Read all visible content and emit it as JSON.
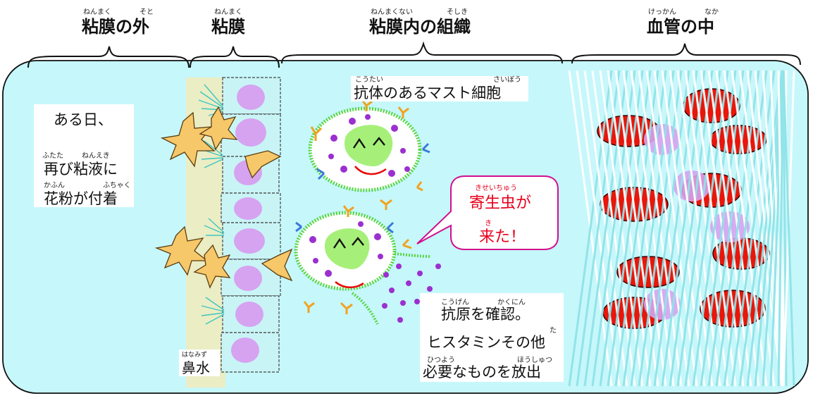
{
  "headers": {
    "outside_mucosa": {
      "text": "粘膜の外",
      "ruby_1": "ねんまく",
      "ruby_2": "そと"
    },
    "mucosa": {
      "text": "粘膜",
      "ruby": "ねんまく"
    },
    "submucosa": {
      "text": "粘膜内の組織",
      "ruby_1": "ねんまくない",
      "ruby_2": "そしき"
    },
    "blood_vessel": {
      "text": "血管の中",
      "ruby_1": "けっかん",
      "ruby_2": "なか"
    }
  },
  "left_note": {
    "line1": "ある日、",
    "line2": "再び粘液に",
    "line2_ruby_1": "ふたた",
    "line2_ruby_2": "ねんえき",
    "line3": "花粉が付着",
    "line3_ruby_1": "かふん",
    "line3_ruby_2": "ふちゃく"
  },
  "mast_cell_label": {
    "text": "抗体のあるマスト細胞",
    "ruby_1": "こうたい",
    "ruby_2": "さいぼう"
  },
  "speech_bubble": {
    "line1": "寄生虫が",
    "line1_ruby": "きせいちゅう",
    "line2": "来た！",
    "line2_ruby": "き"
  },
  "release_note": {
    "line1": "抗原を確認。",
    "line1_ruby_1": "こうげん",
    "line1_ruby_2": "かくにん",
    "line2": "ヒスタミンその他",
    "line2_ruby": "た",
    "line3": "必要なものを放出",
    "line3_ruby_1": "ひつよう",
    "line3_ruby_2": "ほうしゅつ"
  },
  "nasal_label": {
    "text": "鼻水",
    "ruby": "はなみず"
  },
  "colors": {
    "background": "#c6f7fb",
    "pollen": "#f6c86a",
    "cell_nucleus": "#d6a3f0",
    "mast_cell_ring": "#7fe05a",
    "antibody_y": "#f2a21f",
    "antibody_blue": "#3c7ad8",
    "histamine": "#9b2fd0",
    "red_blood_cell": "#e8160b",
    "vessel_mesh": "#6ed0d6",
    "bubble_border": "#d10f8f",
    "bubble_text": "#e8001c"
  }
}
